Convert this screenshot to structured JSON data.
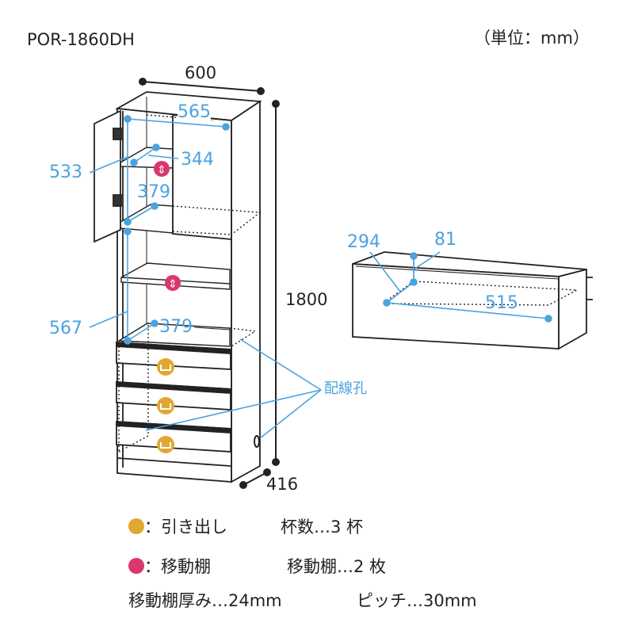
{
  "model": "POR-1860DH",
  "unit": "（単位：mm）",
  "dimensions": {
    "width": "600",
    "height": "1800",
    "depth": "416",
    "inner_width": "565",
    "upper_shelf_depth": "344",
    "upper_height": "533",
    "middle_shelf_depth": "379",
    "middle_height": "567",
    "lower_shelf_depth": "379"
  },
  "drawer": {
    "depth": "294",
    "height": "81",
    "width": "515"
  },
  "callout": "配線孔",
  "legend": {
    "drawer_label": "：引き出し",
    "drawer_count": "杯数…3 杯",
    "shelf_label": "：移動棚",
    "shelf_count": "移動棚…2 枚",
    "shelf_thickness": "移動棚厚み…24mm",
    "pitch": "ピッチ…30mm"
  },
  "colors": {
    "dimension": "#4aa3df",
    "drawer_icon": "#e0a832",
    "shelf_icon": "#d9376e",
    "line": "#222222"
  }
}
